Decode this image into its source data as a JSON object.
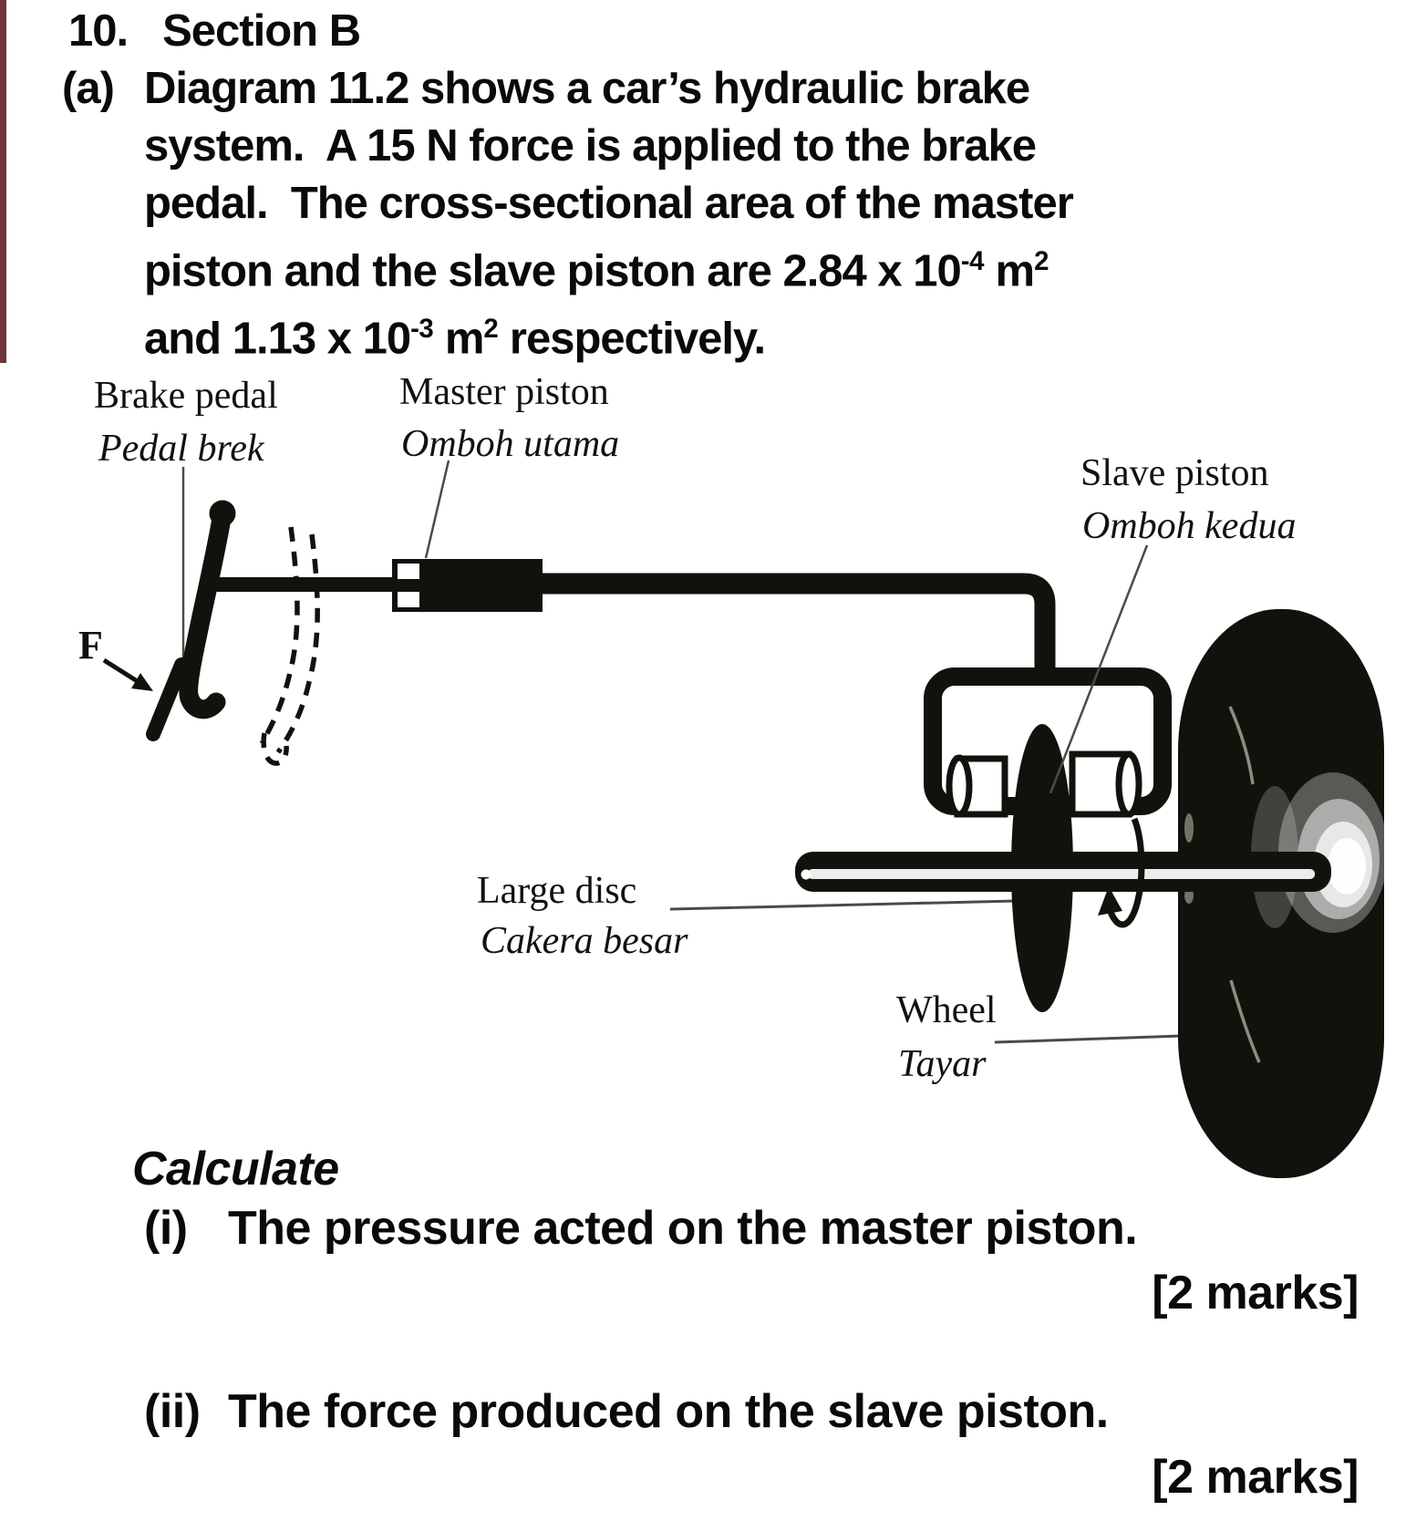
{
  "colors": {
    "ink": "#12120d",
    "text": "#0a0a0a",
    "leader": "#4a4a4a",
    "artifact": "#551114"
  },
  "question": {
    "number": "10.",
    "section": "Section B",
    "part_label": "(a)",
    "lines": [
      "Diagram 11.2 shows a car’s hydraulic brake",
      "system.  A 15 N force is applied to the brake",
      "pedal.  The cross-sectional area of the master"
    ],
    "line4_segments": [
      {
        "t": "piston and the slave piston are 2.84 x 10"
      },
      {
        "t": "-4",
        "sup": true
      },
      {
        "t": " m"
      },
      {
        "t": "2",
        "sup": true
      }
    ],
    "line5_segments": [
      {
        "t": "and 1.13 x 10"
      },
      {
        "t": "-3",
        "sup": true
      },
      {
        "t": " m"
      },
      {
        "t": "2",
        "sup": true
      },
      {
        "t": " respectively."
      }
    ]
  },
  "diagram": {
    "labels": {
      "brake_pedal_en": "Brake pedal",
      "brake_pedal_ms": "Pedal brek",
      "master_piston_en": "Master piston",
      "master_piston_ms": "Omboh utama",
      "slave_piston_en": "Slave piston",
      "slave_piston_ms": "Omboh kedua",
      "large_disc_en": "Large disc",
      "large_disc_ms": "Cakera besar",
      "wheel_en": "Wheel",
      "wheel_ms": "Tayar",
      "force": "F"
    }
  },
  "tasks": {
    "heading": "Calculate",
    "items": [
      {
        "label": "(i)",
        "text": "The pressure acted on the master piston.",
        "marks": "[2 marks]"
      },
      {
        "label": "(ii)",
        "text": "The force produced on the slave piston.",
        "marks": "[2 marks]"
      }
    ]
  }
}
